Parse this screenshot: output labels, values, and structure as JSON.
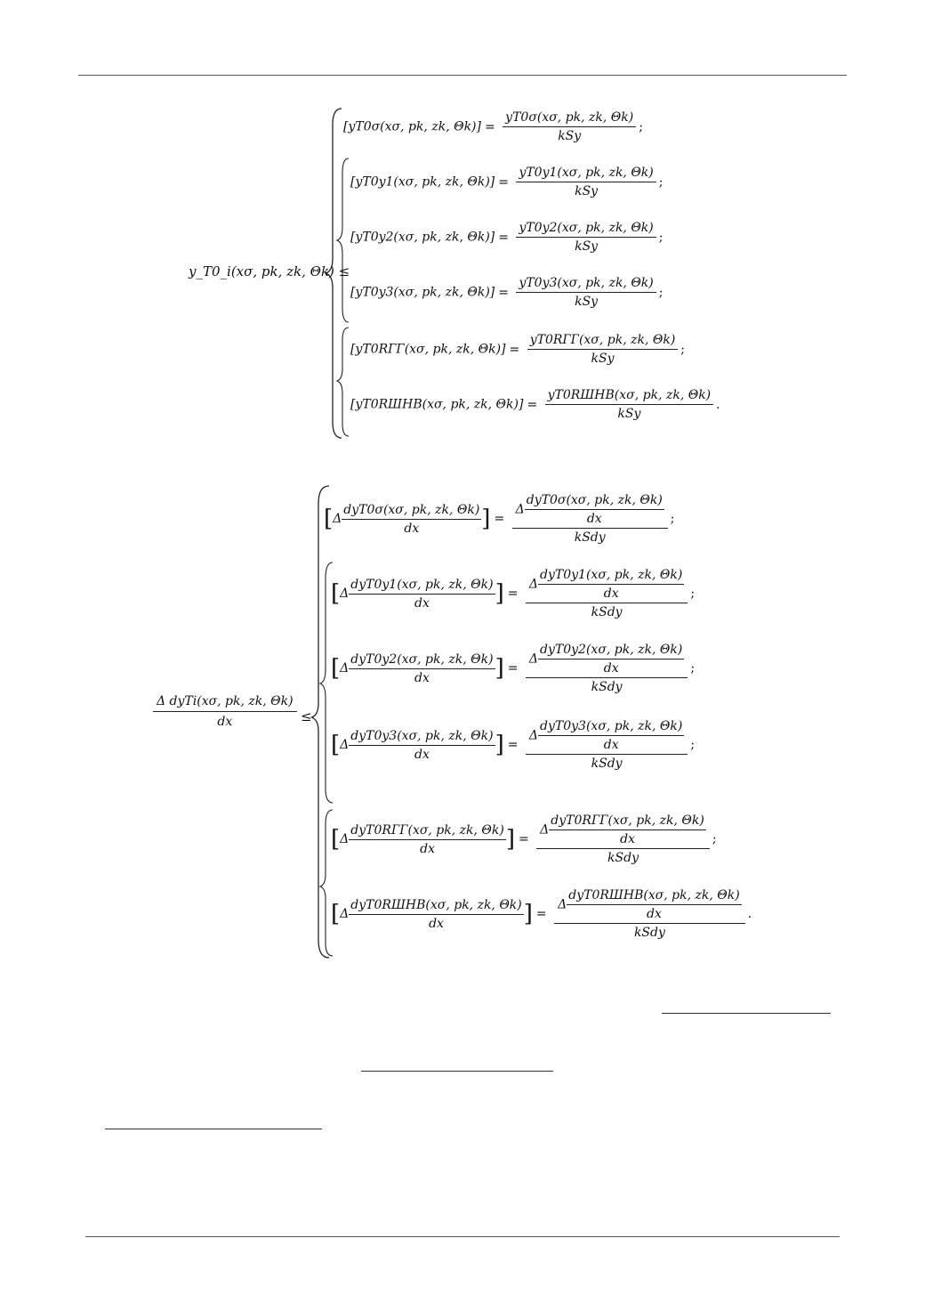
{
  "equation1": {
    "lhs": "y_T0_i(xσ, pk, zk, Θk) ≤",
    "rows": [
      {
        "lhs": "[yT0σ(xσ, pk, zk, Θk)]",
        "num": "yT0σ(xσ, pk, zk, Θk)",
        "den": "kSy",
        "end": ";"
      },
      {
        "lhs": "[yT0y1(xσ, pk, zk, Θk)]",
        "num": "yT0y1(xσ, pk, zk, Θk)",
        "den": "kSy",
        "end": ";"
      },
      {
        "lhs": "[yT0y2(xσ, pk, zk, Θk)]",
        "num": "yT0y2(xσ, pk, zk, Θk)",
        "den": "kSy",
        "end": ";"
      },
      {
        "lhs": "[yT0y3(xσ, pk, zk, Θk)]",
        "num": "yT0y3(xσ, pk, zk, Θk)",
        "den": "kSy",
        "end": ";"
      },
      {
        "lhs": "[yT0RГГ(xσ, pk, zk, Θk)]",
        "num": "yT0RГГ(xσ, pk, zk, Θk)",
        "den": "kSy",
        "end": ";"
      },
      {
        "lhs": "[yT0RШНВ(xσ, pk, zk, Θk)]",
        "num": "yT0RШНВ(xσ, pk, zk, Θk)",
        "den": "kSy",
        "end": "."
      }
    ]
  },
  "equation2": {
    "lhs_num": "Δ dyTi(xσ, pk, zk, Θk)",
    "lhs_den": "dx",
    "rows": [
      {
        "inner_num": "dyT0σ(xσ, pk, zk, Θk)",
        "rhs_num": "dyT0σ(xσ, pk, zk, Θk)",
        "dx": "dx",
        "den": "kSdy",
        "end": ";"
      },
      {
        "inner_num": "dyT0y1(xσ, pk, zk, Θk)",
        "rhs_num": "dyT0y1(xσ, pk, zk, Θk)",
        "dx": "dx",
        "den": "kSdy",
        "end": ";"
      },
      {
        "inner_num": "dyT0y2(xσ, pk, zk, Θk)",
        "rhs_num": "dyT0y2(xσ, pk, zk, Θk)",
        "dx": "dx",
        "den": "kSdy",
        "end": ";"
      },
      {
        "inner_num": "dyT0y3(xσ, pk, zk, Θk)",
        "rhs_num": "dyT0y3(xσ, pk, zk, Θk)",
        "dx": "dx",
        "den": "kSdy",
        "end": ";"
      },
      {
        "inner_num": "dyT0RГГ(xσ, pk, zk, Θk)",
        "rhs_num": "dyT0RГГ(xσ, pk, zk, Θk)",
        "dx": "dx",
        "den": "kSdy",
        "end": ";"
      },
      {
        "inner_num": "dyT0RШНВ(xσ, pk, zk, Θk)",
        "rhs_num": "dyT0RШНВ(xσ, pk, zk, Θk)",
        "dx": "dx",
        "den": "kSdy",
        "end": "."
      }
    ]
  }
}
